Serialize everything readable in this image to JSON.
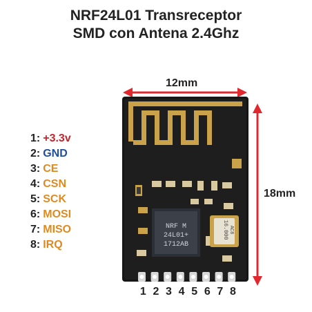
{
  "title": {
    "line1": "NRF24L01 Transreceptor",
    "line2": "SMD con Antena 2.4Ghz"
  },
  "pins": [
    {
      "num": "1:",
      "name": "+3.3v",
      "color": "#c0262d"
    },
    {
      "num": "2:",
      "name": "GND",
      "color": "#1d4f9c"
    },
    {
      "num": "3:",
      "name": "CE",
      "color": "#e08a1e"
    },
    {
      "num": "4:",
      "name": "CSN",
      "color": "#e08a1e"
    },
    {
      "num": "5:",
      "name": "SCK",
      "color": "#e08a1e"
    },
    {
      "num": "6:",
      "name": "MOSI",
      "color": "#e08a1e"
    },
    {
      "num": "7:",
      "name": "MISO",
      "color": "#e08a1e"
    },
    {
      "num": "8:",
      "name": "IRQ",
      "color": "#e08a1e"
    }
  ],
  "dimensions": {
    "width": "12mm",
    "height": "18mm",
    "arrow_color": "#e0282e"
  },
  "chip": {
    "line1": "NRF  M",
    "line2": "24L01+",
    "line3": "1712AB"
  },
  "crystal": {
    "line1": "16.000",
    "line2": "AC8"
  },
  "pin_numbers": [
    "1",
    "2",
    "3",
    "4",
    "5",
    "6",
    "7",
    "8"
  ]
}
